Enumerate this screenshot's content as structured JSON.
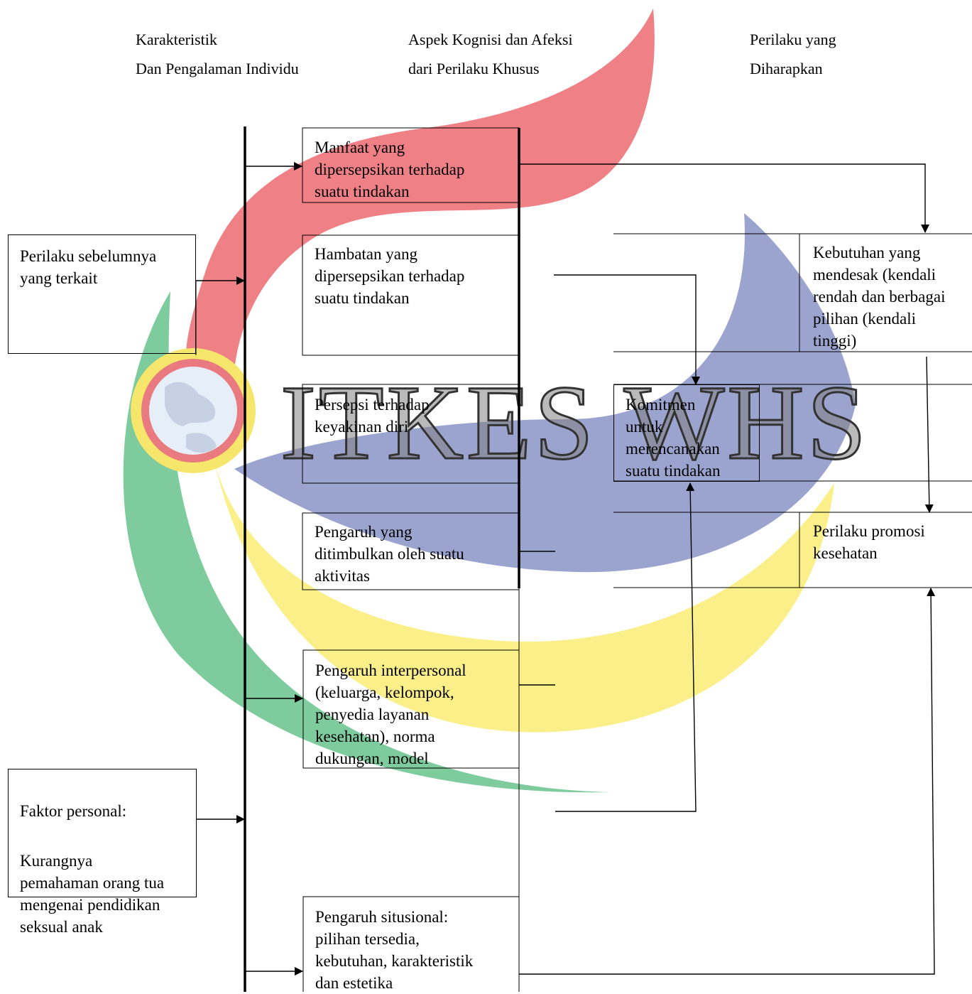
{
  "headers": {
    "col1": "Karakteristik\nDan Pengalaman Individu",
    "col2": "Aspek Kognisi dan Afeksi\ndari Perilaku Khusus",
    "col3": "Perilaku yang\nDiharapkan"
  },
  "boxes": {
    "prior_behavior": "Perilaku sebelumnya\nyang terkait",
    "personal_factors_title": "Faktor personal:",
    "personal_factors_body": "Kurangnya\npemahaman orang tua\nmengenai pendidikan\nseksual anak",
    "perceived_benefits": "Manfaat yang\ndipersepsikan terhadap\nsuatu tindakan",
    "perceived_barriers": "Hambatan yang\ndipersepsikan terhadap\nsuatu tindakan",
    "self_efficacy": "Persepsi terhadap\nkeyakinan diri",
    "activity_affect": "Pengaruh yang\nditimbulkan oleh suatu\naktivitas",
    "interpersonal": "Pengaruh interpersonal\n(keluarga, kelompok,\npenyedia layanan\nkesehatan), norma\ndukungan, model",
    "situational": "Pengaruh situsional:\npilihan tersedia,\nkebutuhan, karakteristik\ndan estetika",
    "commitment": "Komitmen\nuntuk\nmerencanakan\nsuatu tindakan",
    "competing_demands": "Kebutuhan yang\nmendesak (kendali\nrendah dan berbagai\npilihan (kendali\ntinggi)",
    "health_promotion": "Perilaku promosi\nkesehatan"
  },
  "watermark": {
    "text": "ITKES WHS"
  },
  "colors": {
    "red": "#ef8085",
    "blue": "#9ba3cf",
    "yellow": "#fbef8a",
    "green": "#7ecb9e",
    "line": "#000000"
  }
}
